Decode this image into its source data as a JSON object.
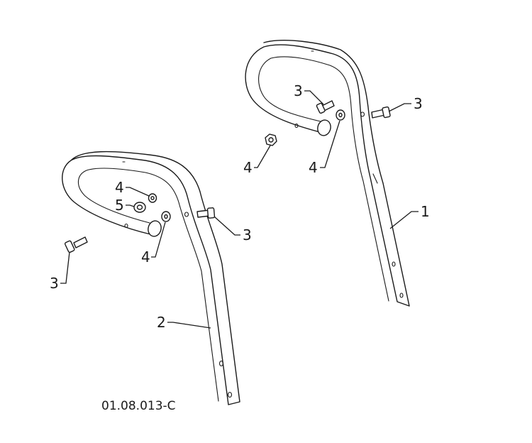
{
  "callouts": {
    "handle_1": "1",
    "handle_2": "2",
    "bolt_right_top": "3",
    "bolt_right_inner": "3",
    "bolt_left_outer": "3",
    "bolt_left_inner": "3",
    "washer_right_inner": "4",
    "nut_right": "4",
    "washer_left_inner": "4",
    "washer_left_top": "4",
    "spacer_left": "5"
  },
  "drawing_code": "01.08.013-C"
}
